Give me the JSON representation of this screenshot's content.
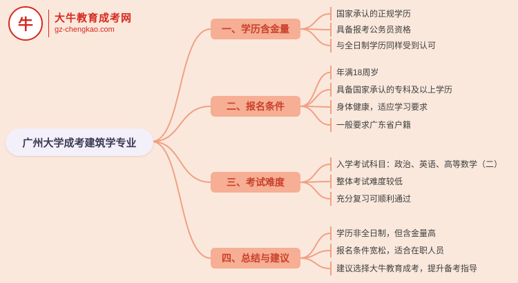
{
  "logo": {
    "icon": "ox-logo-icon",
    "icon_glyph": "牛",
    "site_name": "大牛教育成考网",
    "site_url": "gz-chengkao.com"
  },
  "root": {
    "label": "广州大学成考建筑学专业"
  },
  "branches": [
    {
      "label": "一、学历含金量",
      "leaves": [
        "国家承认的正规学历",
        "具备报考公务员资格",
        "与全日制学历同样受到认可"
      ]
    },
    {
      "label": "二、报名条件",
      "leaves": [
        "年满18周岁",
        "具备国家承认的专科及以上学历",
        "身体健康，适应学习要求",
        "一般要求广东省户籍"
      ]
    },
    {
      "label": "三、考试难度",
      "leaves": [
        "入学考试科目：政治、英语、高等数学（二）",
        "整体考试难度较低",
        "充分复习可顺利通过"
      ]
    },
    {
      "label": "四、总结与建议",
      "leaves": [
        "学历非全日制，但含金量高",
        "报名条件宽松，适合在职人员",
        "建议选择大牛教育成考，提升备考指导"
      ]
    }
  ],
  "colors": {
    "background": "#FAE8DC",
    "connector": "#F0A085",
    "branch_bg": "#F6AE94",
    "branch_text": "#C8402A",
    "root_bg": "#F3F0FA",
    "accent_red": "#D6281E"
  }
}
